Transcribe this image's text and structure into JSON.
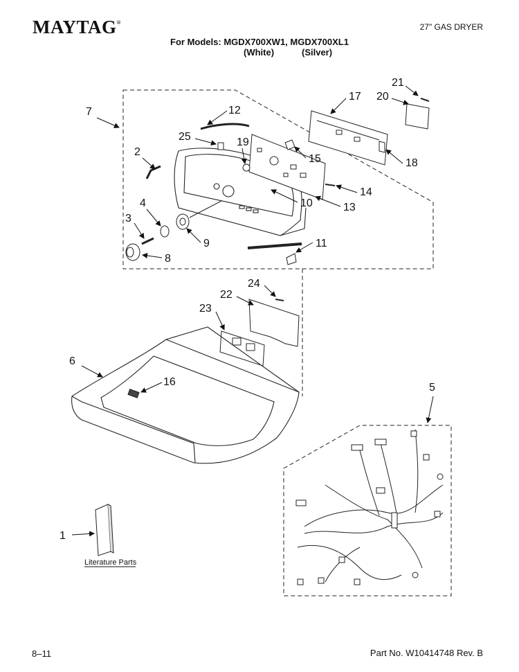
{
  "header": {
    "brand": "MAYTAG",
    "brand_mark": "®",
    "product_type": "27\" GAS DRYER",
    "models_line": "For Models: MGDX700XW1, MGDX700XL1",
    "color_white": "(White)",
    "color_silver": "(Silver)"
  },
  "callouts": [
    "1",
    "2",
    "3",
    "4",
    "5",
    "6",
    "7",
    "8",
    "9",
    "10",
    "11",
    "12",
    "13",
    "14",
    "15",
    "16",
    "17",
    "18",
    "19",
    "20",
    "21",
    "22",
    "23",
    "24",
    "25"
  ],
  "literature_label": "Literature Parts",
  "footer": {
    "page_number": "8–11",
    "part_number": "Part No. W10414748 Rev. B"
  }
}
